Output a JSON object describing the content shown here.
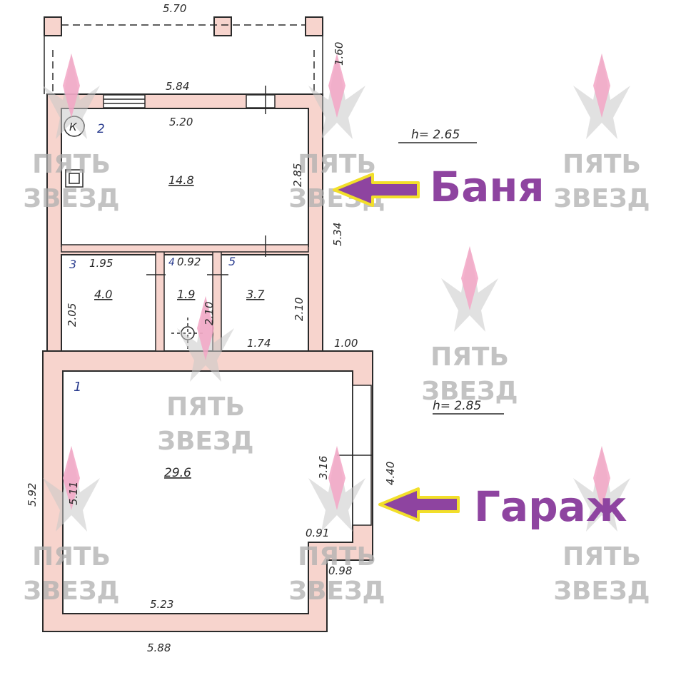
{
  "terrace": {
    "width_top": "5.70",
    "depth": "1.60"
  },
  "outer": {
    "top_width": "5.84",
    "bath_right": "5.34",
    "garage_left": "5.92",
    "bottom_width": "5.88",
    "step": "1.00"
  },
  "rooms": {
    "r1": {
      "num": "1",
      "area": "29.6",
      "height": "3.16",
      "width": "5.11",
      "bottom": "5.23",
      "offset": "0.91",
      "notch": "0.98",
      "outer_h": "4.40"
    },
    "r2": {
      "num": "2",
      "area": "14.8",
      "width": "5.20",
      "height": "2.85",
      "mark": "К"
    },
    "r3": {
      "num": "3",
      "area": "4.0",
      "width": "1.95",
      "height": "2.05"
    },
    "r4": {
      "num": "4",
      "area": "1.9",
      "width": "0.92",
      "height": "2.10"
    },
    "r5": {
      "num": "5",
      "area": "3.7",
      "width": "1.74",
      "height": "2.10"
    }
  },
  "heights": {
    "bath": "h= 2.65",
    "garage": "h= 2.85"
  },
  "labels": {
    "bath": "Баня",
    "garage": "Гараж"
  },
  "watermark": {
    "line1": "ПЯТЬ",
    "line2": "ЗВЕЗД"
  },
  "colors": {
    "wall": "#f7d4cd",
    "line": "#2a2a2a",
    "accent": "#8e44a0",
    "arrow_outline": "#f2df2a",
    "watermark_pink": "#f3a6c6"
  }
}
